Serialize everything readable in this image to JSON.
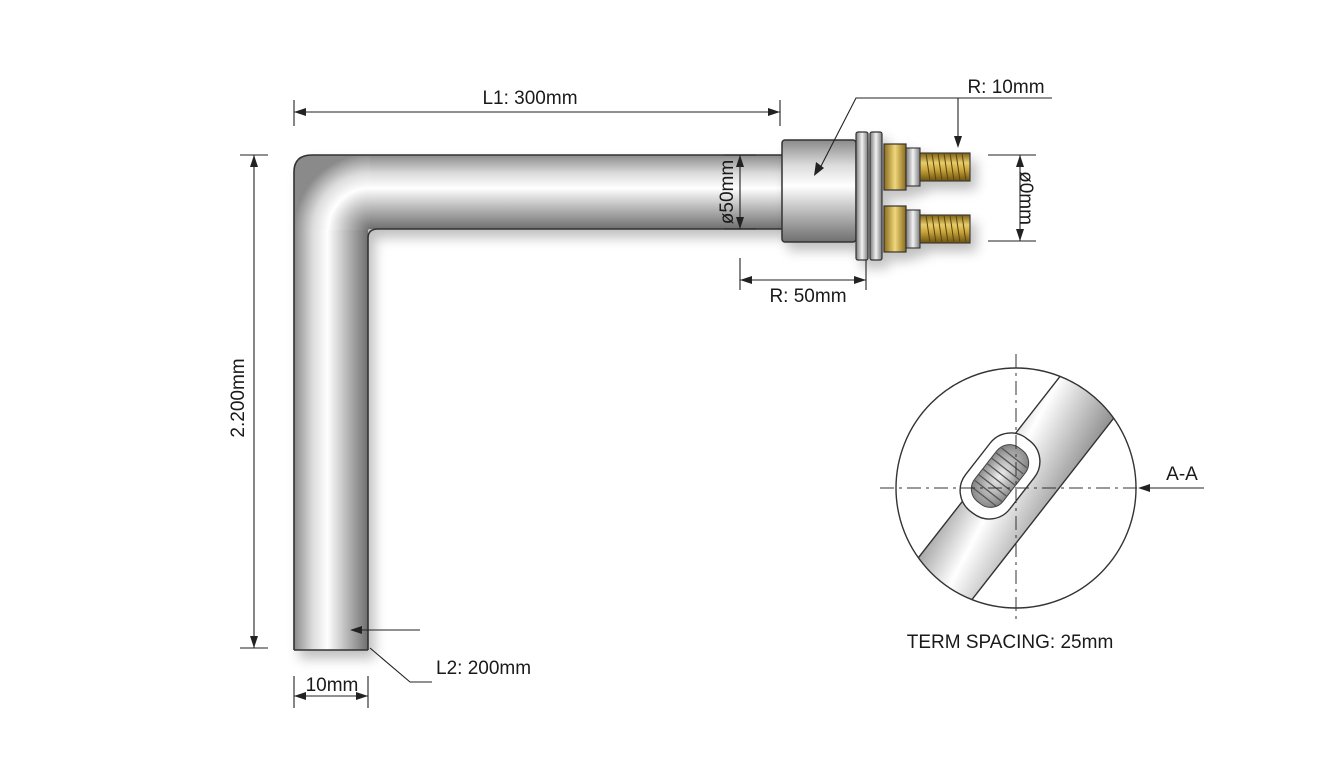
{
  "drawing": {
    "labels": {
      "l1": "L1: 300mm",
      "r_top": "R: 10mm",
      "dia_tube": "ø50mm",
      "dia_term": "ø0mm",
      "r_bottom": "R: 50mm",
      "height": "2.200mm",
      "l2": "L2: 200mm",
      "width": "10mm",
      "section": "A-A",
      "term_spacing": "TERM SPACING: 25mm"
    },
    "colors": {
      "steel_light": "#f4f4f4",
      "steel_mid": "#b8b8b8",
      "steel_dark": "#6e6e6e",
      "brass": "#b8962e",
      "outline": "#333333"
    }
  }
}
